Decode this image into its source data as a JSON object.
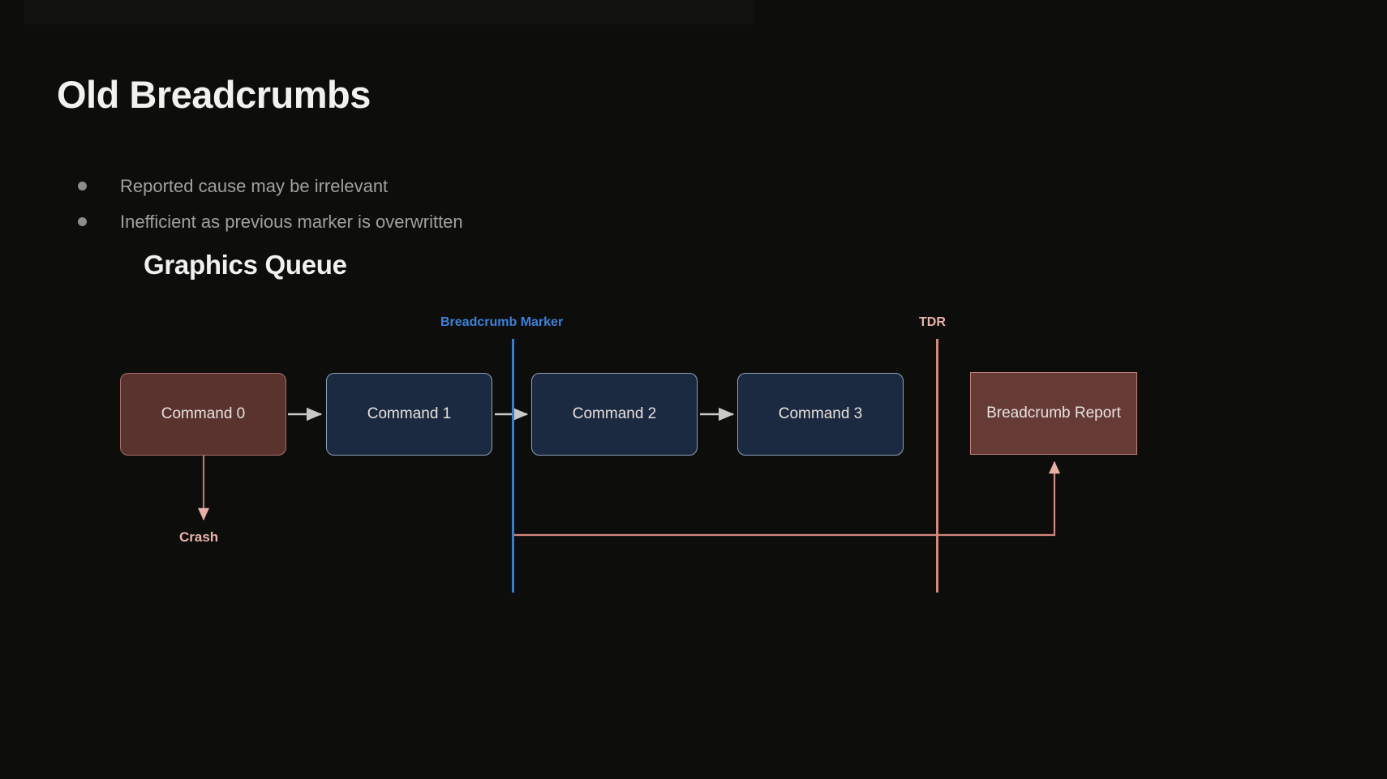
{
  "slide": {
    "title": "Old Breadcrumbs",
    "bullets": [
      "Reported cause may be irrelevant",
      "Inefficient as previous marker is overwritten"
    ],
    "section_title": "Graphics Queue"
  },
  "diagram": {
    "nodes": [
      {
        "id": "cmd0",
        "label": "Command 0",
        "style": "red",
        "shape": "rounded"
      },
      {
        "id": "cmd1",
        "label": "Command 1",
        "style": "blue",
        "shape": "rounded"
      },
      {
        "id": "cmd2",
        "label": "Command 2",
        "style": "blue",
        "shape": "rounded"
      },
      {
        "id": "cmd3",
        "label": "Command 3",
        "style": "blue",
        "shape": "rounded"
      },
      {
        "id": "report",
        "label": "Breadcrumb Report",
        "style": "red",
        "shape": "square"
      }
    ],
    "markers": [
      {
        "id": "breadcrumb-marker",
        "label": "Breadcrumb Marker",
        "color": "#3b82d8"
      },
      {
        "id": "tdr",
        "label": "TDR",
        "color": "#e8b5ac"
      }
    ],
    "annotations": [
      {
        "id": "crash",
        "label": "Crash",
        "color": "#e8b5ac"
      }
    ],
    "colors": {
      "background": "#0d0d0c",
      "title_text": "#f2f1ef",
      "bullet_text": "#a0a09d",
      "marker_line": "#2f7fd4",
      "tdr_line": "#d4877c",
      "flow_arrow": "#c9c9c7",
      "report_path": "#d4877c",
      "blue_node_fill": "#1b2a40",
      "blue_node_border": "#8fa0b8",
      "red_node_fill": "#5a332f",
      "red_node_border": "#a9706a",
      "report_fill": "#663b36",
      "report_border": "#bf8279"
    }
  }
}
